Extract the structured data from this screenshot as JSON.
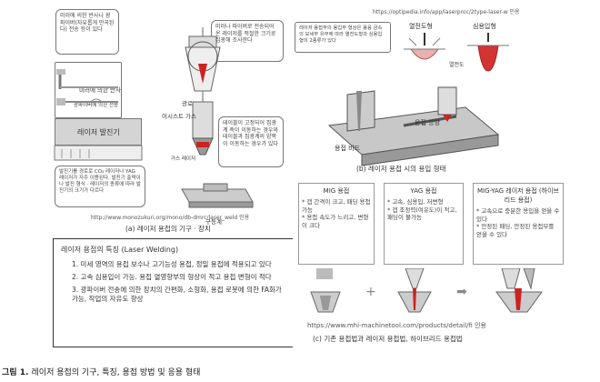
{
  "panel_a": {
    "callout_mirror": "미러에 의한 반사나 광파이버(자유롭게 만곡된다) 전송 등이 있다",
    "callout_fiber": "미러나 파이버로 전송되어 온 레이저를 적절한 크기로 집광해 조사한다",
    "callout_table": "테이블이 고정되어 집광계 측이 이동하는 경우와 테이블과 집광계의 양쪽이 이동하는 경우가 있다",
    "callout_osc": "발진기를 경로로 CO₂ 레이저나 YAG 레이저가 자주 이용된다. 발진기 출력이나 발진 형식 · 레이저의 종류에 따라 발진기의 크기가 다르다",
    "label_mirror_reflect": "미러에 의한 반사",
    "label_fiber_transfer": "광파이버에 의한 전송",
    "label_oscillator": "레이저 발진기",
    "label_optics": "광로",
    "label_assist_gas": "어시스트 가스",
    "label_gas_laser": "가스 레이저",
    "label_workpiece": "구동계",
    "url": "http://www.monozukuri.org/mono/db-dmrc/laser_weld 인용",
    "caption": "(a) 레이저 용접의 기구 · 장치"
  },
  "panel_b": {
    "url": "https://optipedia.info/app/laserproc/2type-laser-w 인용",
    "note": "레이저 용접부의 용입부 형상은 용융 금속의 모세부 유무에 따라 열전도형과 심용입형의 2종류가 있다",
    "label_conduction": "열전도형",
    "label_keyhole": "심용입형",
    "label_heat": "열전도",
    "label_direction": "용접 방향",
    "label_bead": "용접 비드",
    "caption": "(b) 레이저 용접 시의 용입 형태"
  },
  "features": {
    "title": "레이저 용접의 특징 (Laser Welding)",
    "items": [
      "1. 미세 영역의 용접 보수나 고기능성 용접, 정밀 용접에 적용되고 있다",
      "2. 고속 심용입이 가능. 용접 열영향부의 형상이 적고 용접 변형이 적다",
      "3. 광파이버 전송에 의한 장치의 간편화, 소형화, 용접 로봇에 의한 FA화가 가능, 작업의 자유도 향상"
    ]
  },
  "panel_c": {
    "mig_title": "MIG 용접",
    "mig_desc": "* 갭 간격이 크고, 패딩 용접 가능\n* 용접 속도가 느리고, 변형이 크다",
    "yag_title": "YAG 용접",
    "yag_desc": "* 고속, 심용입, 저변형\n* 갭 조정력(여유도)이 적고, 패딩이 불가능",
    "hybrid_title": "MIG-YAG 레이저 용접 (하이브리드 용접)",
    "hybrid_desc": "* 고속으로 충분한 용입을 얻을 수 있다\n* 안정된 패딩, 안정된 용접부를 얻을 수 있다",
    "url": "https://www.mhi-machinetool.com/products/detail/fi 인용",
    "caption": "(c) 기존 용접법과 레이저 용접법, 하이브리드 용접법"
  },
  "figure": {
    "label": "그림 1.",
    "title": "레이저 용접의 기구, 특징, 용접 방법 및 응용 형태"
  }
}
